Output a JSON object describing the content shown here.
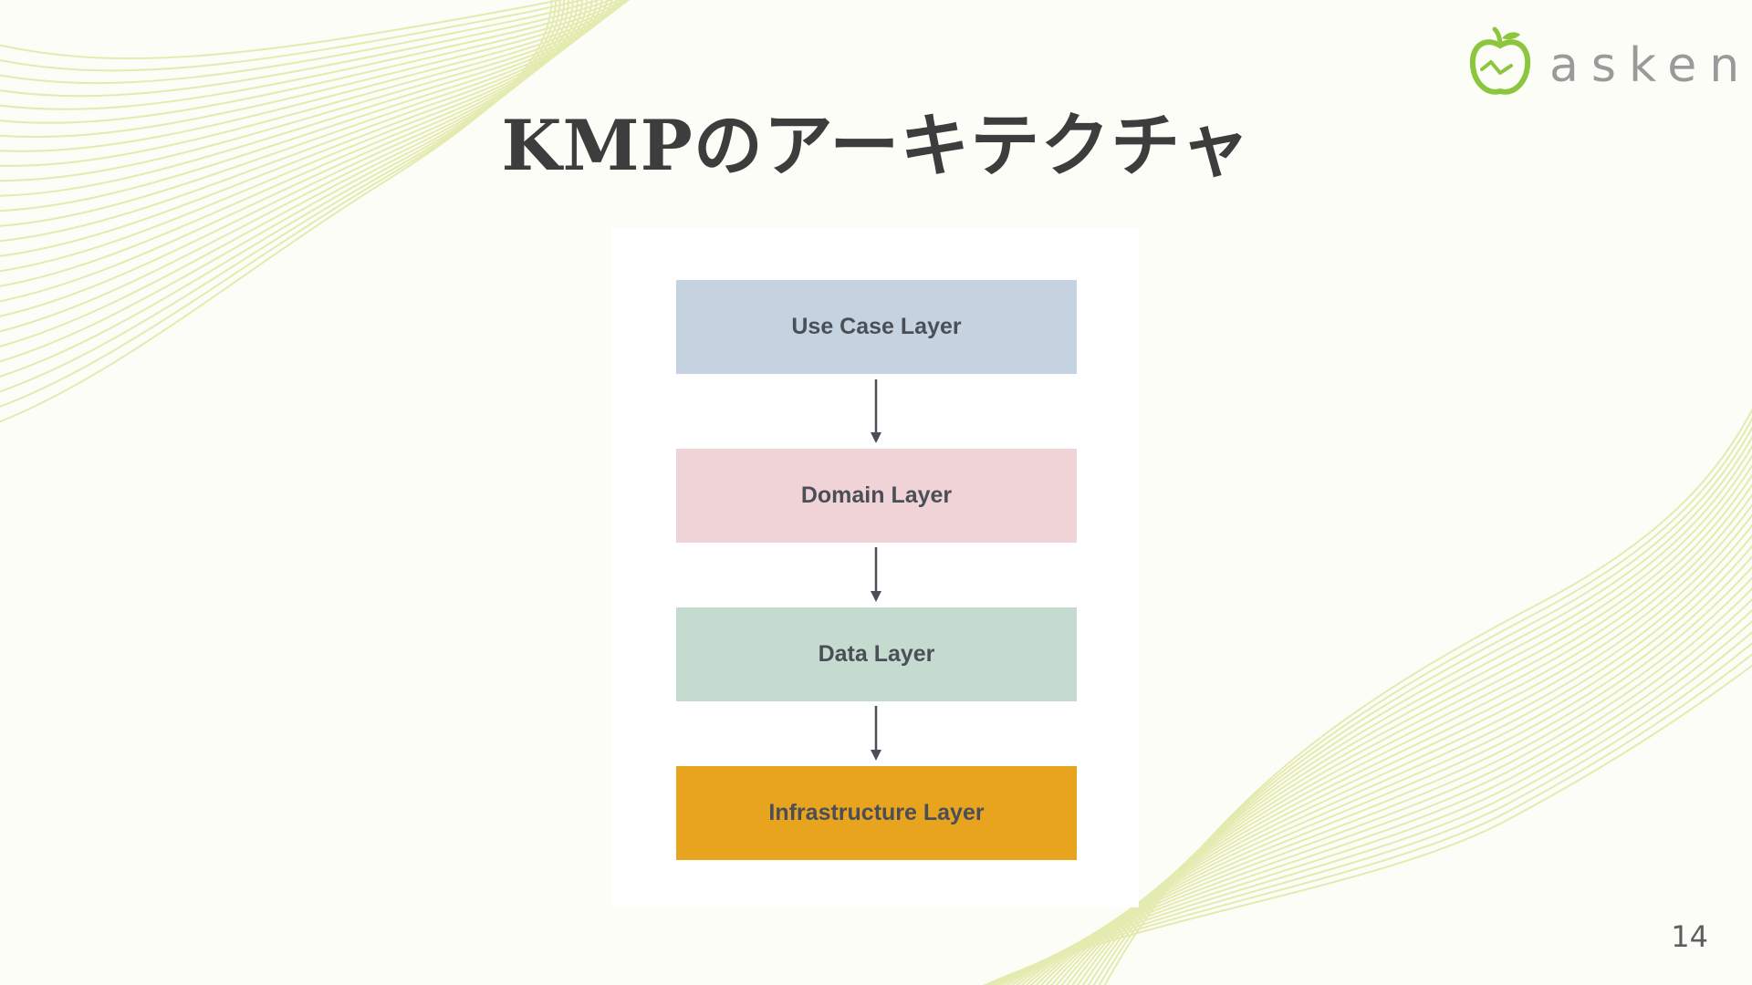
{
  "slide": {
    "title": "KMPのアーキテクチャ",
    "page_number": "14",
    "background_color": "#fdfdf7",
    "wave_color": "#e3ebb0"
  },
  "logo": {
    "text": "asken",
    "icon": "apple-icon",
    "color": "#8cc63f"
  },
  "diagram": {
    "layers": [
      {
        "label": "Use Case Layer",
        "color": "#c5d3e1"
      },
      {
        "label": "Domain Layer",
        "color": "#f0d3d7"
      },
      {
        "label": "Data Layer",
        "color": "#c6dbcf"
      },
      {
        "label": "Infrastructure Layer",
        "color": "#e8a41e"
      }
    ],
    "arrow_icon": "arrow-down-icon"
  }
}
